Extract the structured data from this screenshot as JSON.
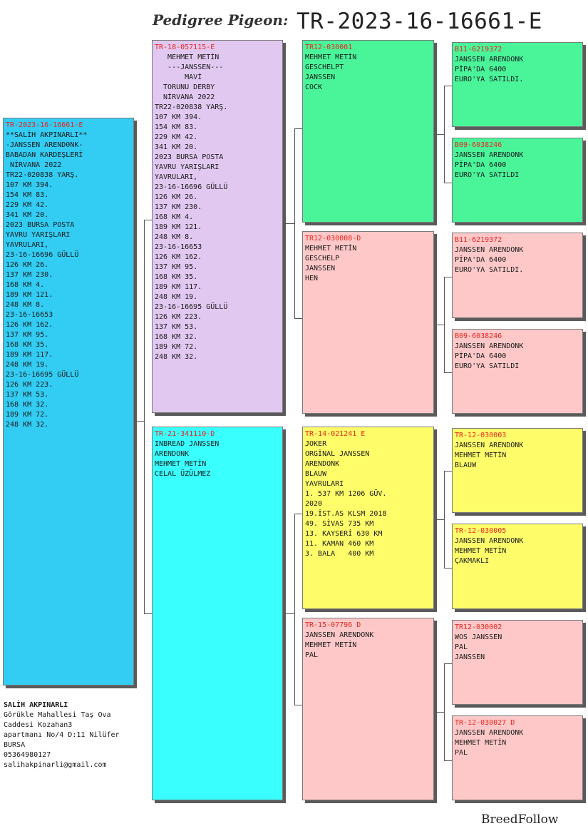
{
  "header": {
    "label": "Pedigree Pigeon:",
    "ring": "TR-2023-16-16661-E"
  },
  "subject": {
    "ring": "TR-2023-16-16661-E",
    "text": "**SALİH AKPINARLI**\n-JANSSEN AREND0NK-\nBABADAN KARDEŞLERİ\n NİRVANA 2022\nTR22-020838 YARŞ.\n107 KM 394.\n154 KM 83.\n229 KM 42.\n341 KM 20.\n2023 BURSA POSTA\nYAVRU YARIŞLARI\nYAVRULARI,\n23-16-16696 GÜLLÜ\n126 KM 26.\n137 KM 230.\n168 KM 4.\n189 KM 121.\n248 KM 8.\n23-16-16653\n126 KM 162.\n137 KM 95.\n168 KM 35.\n189 KM 117.\n248 KM 19.\n23-16-16695 GÜLLÜ\n126 KM 223.\n137 KM 53.\n168 KM 32.\n189 KM 72.\n248 KM 32."
  },
  "sire": {
    "ring": "TR-18-057115-E",
    "text": "   MEHMET METİN\n   ---JANSSEN---\n       MAVİ\n  TORUNU DERBY\n  NİRVANA 2022\nTR22-020838 YARŞ.\n107 KM 394.\n154 KM 83.\n229 KM 42.\n341 KM 20.\n2023 BURSA POSTA\nYAVRU YARIŞLARI\nYAVRULARI,\n23-16-16696 GÜLLÜ\n126 KM 26.\n137 KM 230.\n168 KM 4.\n189 KM 121.\n248 KM 8.\n23-16-16653\n126 KM 162.\n137 KM 95.\n168 KM 35.\n189 KM 117.\n248 KM 19.\n23-16-16695 GÜLLÜ\n126 KM 223.\n137 KM 53.\n168 KM 32.\n189 KM 72.\n248 KM 32."
  },
  "dam": {
    "ring": "TR-21-341110-D",
    "text": "INBREAD JANSSEN\nARENDONK\nMEHMET METİN\nCELAL ÜZÜLMEZ"
  },
  "gen3": [
    {
      "ring": "TR12-030001",
      "text": "MEHMET METİN\nGESCHELPT\nJANSSEN\nCOCK"
    },
    {
      "ring": "TR12-030008-D",
      "text": "MEHMET METİN\nGESCHELP\nJANSSEN\nHEN"
    },
    {
      "ring": "TR-14-021241 E",
      "text": "JOKER\nORGİNAL JANSSEN\nARENDONK\nBLAUW\nYAVRULARI\n1. 537 KM 1206 GÜV.\n2020\n19.İST.AS KLSM 2018\n49. SİVAS 735 KM\n13. KAYSERİ 630 KM\n11. KAMAN 460 KM\n3. BALA   400 KM"
    },
    {
      "ring": "TR-15-07796 D",
      "text": "JANSSEN ARENDONK\nMEHMET METİN\nPAL"
    }
  ],
  "gen4": [
    {
      "ring": "B11-6219372",
      "text": "JANSSEN ARENDONK\nPİPA'DA 6400\nEURO'YA SATILDI."
    },
    {
      "ring": "B09-6038246",
      "text": "JANSSEN ARENDONK\nPİPA'DA 6400\nEURO'YA SATILDI"
    },
    {
      "ring": "B11-6219372",
      "text": "JANSSEN ARENDONK\nPİPA'DA 6400\nEURO'YA SATILDI."
    },
    {
      "ring": "B09-6038246",
      "text": "JANSSEN ARENDONK\nPİPA'DA 6400\nEURO'YA SATILDI"
    },
    {
      "ring": "TR-12-030003",
      "text": "JANSSEN ARENDONK\nMEHMET METİN\nBLAUW"
    },
    {
      "ring": "TR-12-030005",
      "text": "JANSSEN ARENDONK\nMEHMET METİN\nÇAKMAKLI"
    },
    {
      "ring": "TR12-030002",
      "text": "WOS JANSSEN\nPAL\nJANSSEN"
    },
    {
      "ring": "TR-12-030027 D",
      "text": "JANSSEN ARENDONK\nMEHMET METİN\nPAL"
    }
  ],
  "owner": {
    "name": "SALİH AKPINARLI",
    "address_lines": [
      "Görükle Mahallesi Taş Ova",
      "Caddesi Kozahan3",
      "apartmanı No/4 D:11 Nilüfer",
      "BURSA"
    ],
    "phone": "05364980127",
    "email": "salihakpinarli@gmail.com"
  },
  "footer": {
    "brand": "BreedFollow"
  },
  "colors": {
    "subject": "#33ccf3",
    "sire": "#e1c8f0",
    "dam": "#3affff",
    "cock_green": "#4af59a",
    "hen_pink": "#fec8c8",
    "yellow": "#fffd6a",
    "ring_red": "#e8261f"
  }
}
